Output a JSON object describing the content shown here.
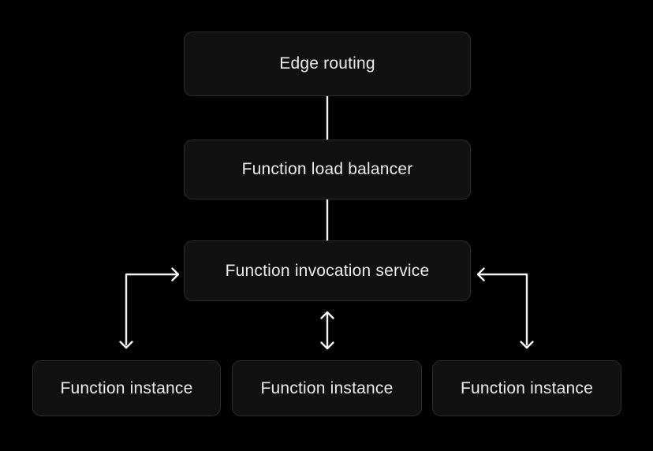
{
  "diagram": {
    "background_color": "#000000",
    "node_fill_color": "#111111",
    "node_border_color": "#2e2e2e",
    "text_color": "#ececea",
    "line_color": "#f4f4f4",
    "nodes": [
      {
        "id": "edge-routing",
        "label": "Edge routing"
      },
      {
        "id": "function-load-balancer",
        "label": "Function load balancer"
      },
      {
        "id": "function-invocation-service",
        "label": "Function invocation service"
      },
      {
        "id": "function-instance-1",
        "label": "Function instance"
      },
      {
        "id": "function-instance-2",
        "label": "Function instance"
      },
      {
        "id": "function-instance-3",
        "label": "Function instance"
      }
    ],
    "edges": [
      {
        "from": "edge-routing",
        "to": "function-load-balancer",
        "style": "plain-line"
      },
      {
        "from": "function-load-balancer",
        "to": "function-invocation-service",
        "style": "plain-line"
      },
      {
        "from": "function-invocation-service",
        "to": "function-instance-1",
        "style": "bidirectional-elbow-arrow"
      },
      {
        "from": "function-invocation-service",
        "to": "function-instance-2",
        "style": "bidirectional-straight-arrow"
      },
      {
        "from": "function-invocation-service",
        "to": "function-instance-3",
        "style": "bidirectional-elbow-arrow"
      }
    ]
  }
}
